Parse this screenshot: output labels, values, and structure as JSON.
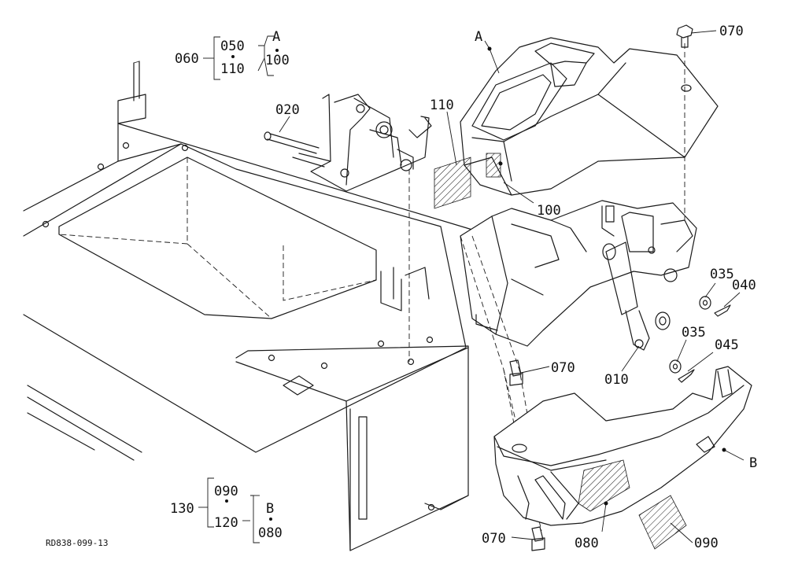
{
  "labels": {
    "p060": "060",
    "p050": "050",
    "p110_top": "110",
    "pA_top": "A",
    "p100_top": "100",
    "p020": "020",
    "pA_pointer": "A",
    "p110_pointer": "110",
    "p100_pointer": "100",
    "p070_top": "070",
    "p035_upper": "035",
    "p040": "040",
    "p035_lower": "035",
    "p045": "045",
    "p070_mid": "070",
    "p010": "010",
    "pB_pointer": "B",
    "p130": "130",
    "p090_bottom_left": "090",
    "p120": "120",
    "pB_bottom": "B",
    "p080_bottom_left": "080",
    "p070_bottom": "070",
    "p080_bottom": "080",
    "p090_bottom": "090",
    "drawing_code": "RD838-099-13"
  }
}
